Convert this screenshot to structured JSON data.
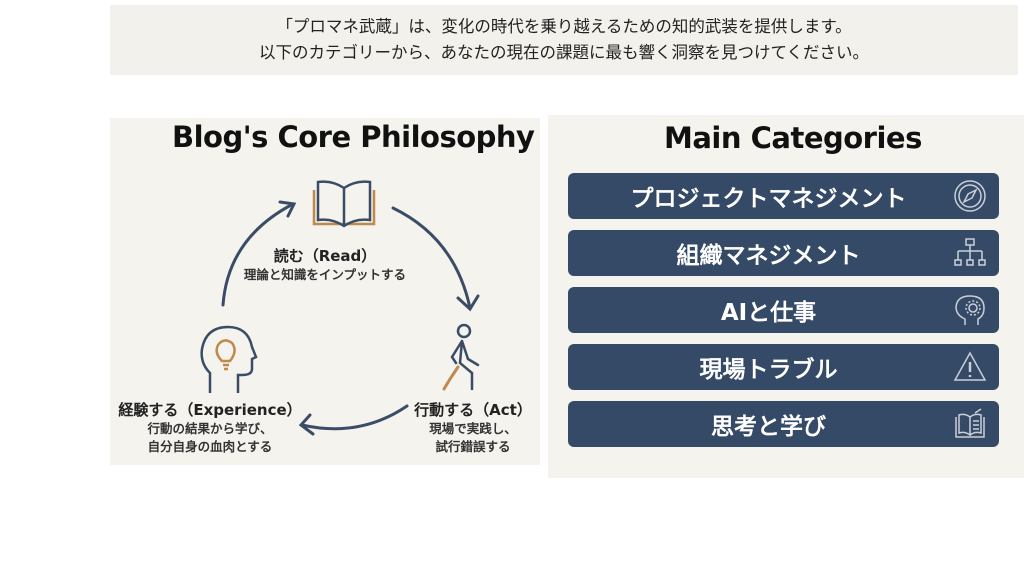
{
  "banner": {
    "line1": "「プロマネ武蔵」は、変化の時代を乗り越えるための知的武装を提供します。",
    "line2": "以下のカテゴリーから、あなたの現在の課題に最も響く洞察を見つけてください。"
  },
  "philosophy": {
    "title": "Blog's Core Philosophy",
    "read": {
      "heading": "読む（Read）",
      "desc": "理論と知識をインプットする",
      "icon": "book-icon"
    },
    "act": {
      "heading": "行動する（Act）",
      "desc1": "現場で実践し、",
      "desc2": "試行錯誤する",
      "icon": "walking-person-icon"
    },
    "experience": {
      "heading": "経験する（Experience）",
      "desc1": "行動の結果から学び、",
      "desc2": "自分自身の血肉とする",
      "icon": "head-lightbulb-icon"
    }
  },
  "categories": {
    "title": "Main Categories",
    "items": [
      {
        "label": "プロジェクトマネジメント",
        "icon": "compass-icon"
      },
      {
        "label": "組織マネジメント",
        "icon": "org-chart-icon"
      },
      {
        "label": "AIと仕事",
        "icon": "brain-gear-icon"
      },
      {
        "label": "現場トラブル",
        "icon": "warning-icon"
      },
      {
        "label": "思考と学び",
        "icon": "open-book-icon"
      }
    ]
  },
  "colors": {
    "navy": "#354a66",
    "accent": "#c08a4e",
    "panel": "#f4f3ee"
  }
}
